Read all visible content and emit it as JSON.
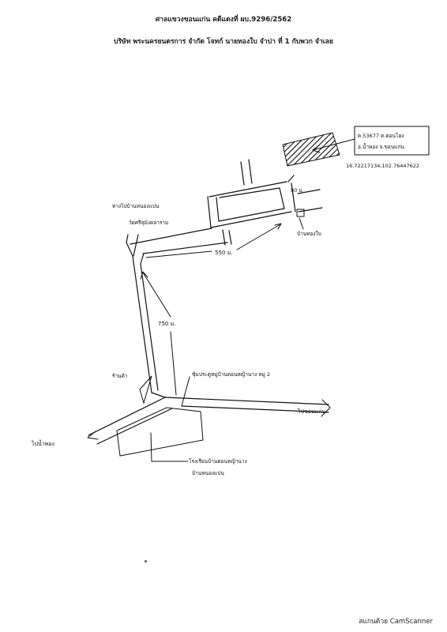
{
  "header": {
    "case_line": "ศาลแขวงขอนแก่น คดีแดงที่ ผบ.9296/2562",
    "parties_line": "บริษัท พระนครยนตรการ จำกัด โจทก์ นายทองใบ จำปา ที่ 1 กับพวก จำเลย"
  },
  "map": {
    "property_box": {
      "line1": "ต.53677 ต.ดอนโฮง",
      "line2": "อ.น้ำพอง จ.ขอนแก่น"
    },
    "coordinates": "16.72217134,102.76447622",
    "labels": {
      "top_left_road": "ทางไปบ้านหนองแปน",
      "temple": "วัดศรีสุมังคลาราม",
      "distance_top": "550 ม.",
      "distance_side": "750 ม.",
      "distance_small": "80 ม.",
      "house_marker": "บ้านทองใบ",
      "shop_left": "ร้านค้า",
      "junction": "ซุ้มประตูหมู่บ้านดอนหญ้านาง หมู่ 2",
      "to_right": "ไปขอนแก่น",
      "to_left": "ไปน้ำพอง",
      "school_line1": "โรงเรียนบ้านดอนหญ้านาง",
      "school_line2": "บ้านหนองแปน"
    }
  },
  "footer": {
    "scanner": "สแกนด้วย CamScanner"
  }
}
